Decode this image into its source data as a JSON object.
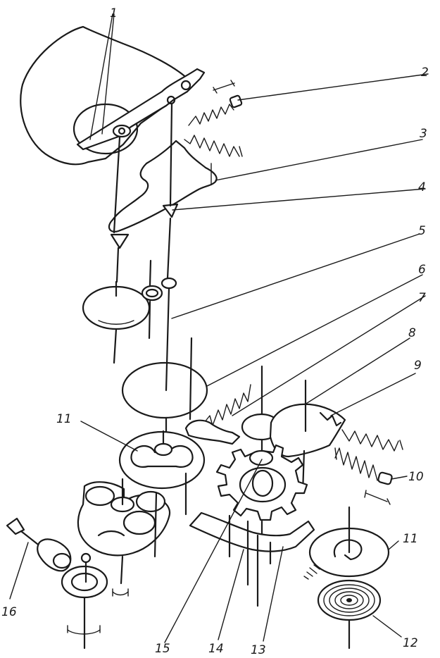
{
  "diagram": {
    "labels": {
      "l1": "1",
      "l2": "2",
      "l3": "3",
      "l4": "4",
      "l5": "5",
      "l6": "6",
      "l7": "7",
      "l8": "8",
      "l9": "9",
      "l10": "10",
      "l11_left": "11",
      "l11_right": "11",
      "l12": "12",
      "l13": "13",
      "l14": "14",
      "l15": "15",
      "l16": "16"
    },
    "colors": {
      "ink": "#1a1a1a",
      "paper": "#ffffff"
    }
  }
}
